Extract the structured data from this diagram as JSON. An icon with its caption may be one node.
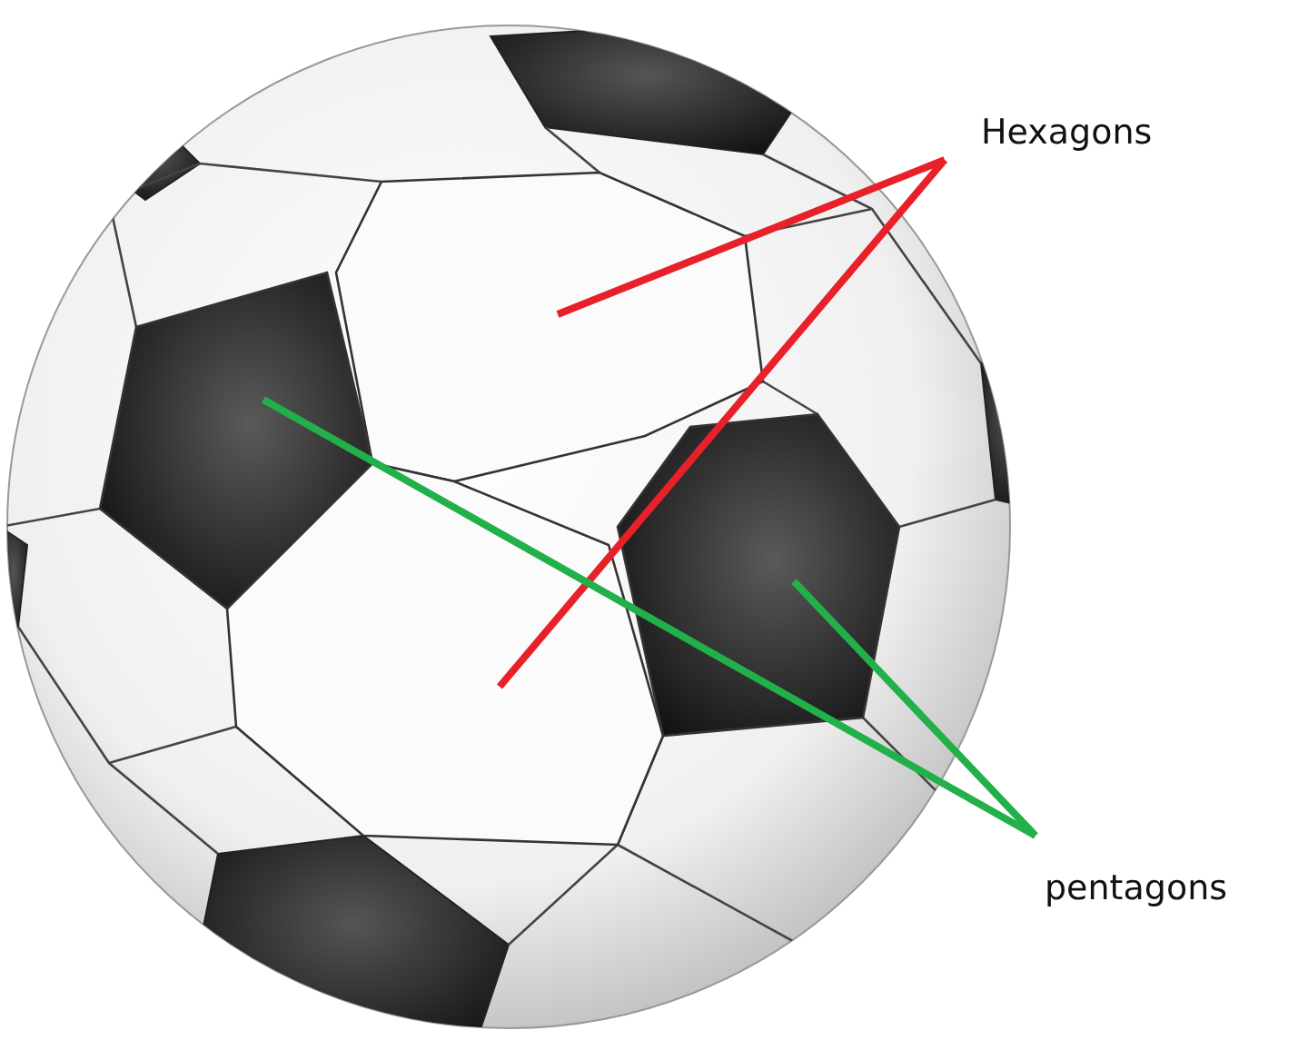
{
  "diagram": {
    "nodes": [
      {
        "text": [
          "Hexagons"
        ]
      },
      {
        "text": [],
        "shape": "hexagon"
      },
      {
        "text": [],
        "shape": "hexagon"
      },
      {
        "text": [
          "pentagons"
        ]
      },
      {
        "text": [],
        "shape": "pentagon"
      },
      {
        "text": [],
        "shape": "pentagon"
      }
    ],
    "edges": [
      {
        "from": 0,
        "to": 1,
        "arrow": "none",
        "color": "#e8202a"
      },
      {
        "from": 0,
        "to": 2,
        "arrow": "none",
        "color": "#e8202a"
      },
      {
        "from": 3,
        "to": 4,
        "arrow": "none",
        "color": "#22b04a"
      },
      {
        "from": 3,
        "to": 5,
        "arrow": "none",
        "color": "#22b04a"
      }
    ]
  }
}
